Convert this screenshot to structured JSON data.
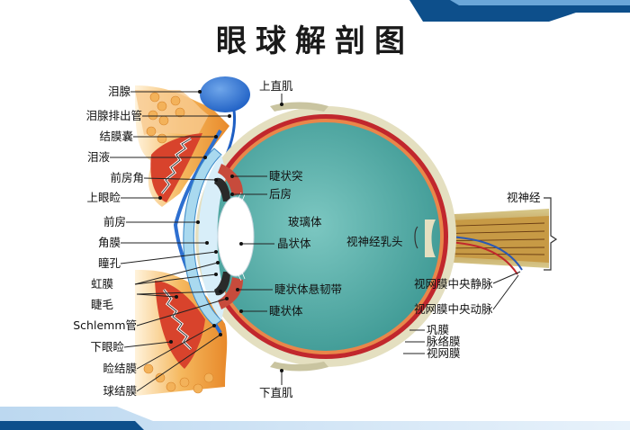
{
  "title": "眼球解剖图",
  "labels": {
    "lacrimal_gland": "泪腺",
    "lacrimal_duct": "泪腺排出管",
    "conjunctival_sac": "结膜囊",
    "tears": "泪液",
    "anterior_chamber_angle": "前房角",
    "upper_eyelid": "上眼睑",
    "anterior_chamber": "前房",
    "cornea": "角膜",
    "pupil": "瞳孔",
    "iris": "虹膜",
    "eyelash": "睫毛",
    "schlemm_canal": "Schlemm管",
    "lower_eyelid": "下眼睑",
    "palpebral_conjunctiva": "睑结膜",
    "bulbar_conjunctiva": "球结膜",
    "superior_rectus": "上直肌",
    "ciliary_process": "睫状突",
    "posterior_chamber": "后房",
    "vitreous_body": "玻璃体",
    "lens": "晶状体",
    "zonule": "睫状体悬韧带",
    "ciliary_body": "睫状体",
    "optic_disc": "视神经乳头",
    "optic_nerve": "视神经",
    "central_retinal_vein": "视网膜中央静脉",
    "central_retinal_artery": "视网膜中央动脉",
    "sclera": "巩膜",
    "choroid": "脉络膜",
    "retina": "视网膜",
    "inferior_rectus": "下直肌"
  },
  "colors": {
    "vitreous": "#4fa8a3",
    "sclera": "#e4dfc0",
    "choroid": "#c1272d",
    "cornea": "#a9d9ef",
    "header_bar": "#0d4f8b",
    "eyelid": "#f0a64a"
  }
}
